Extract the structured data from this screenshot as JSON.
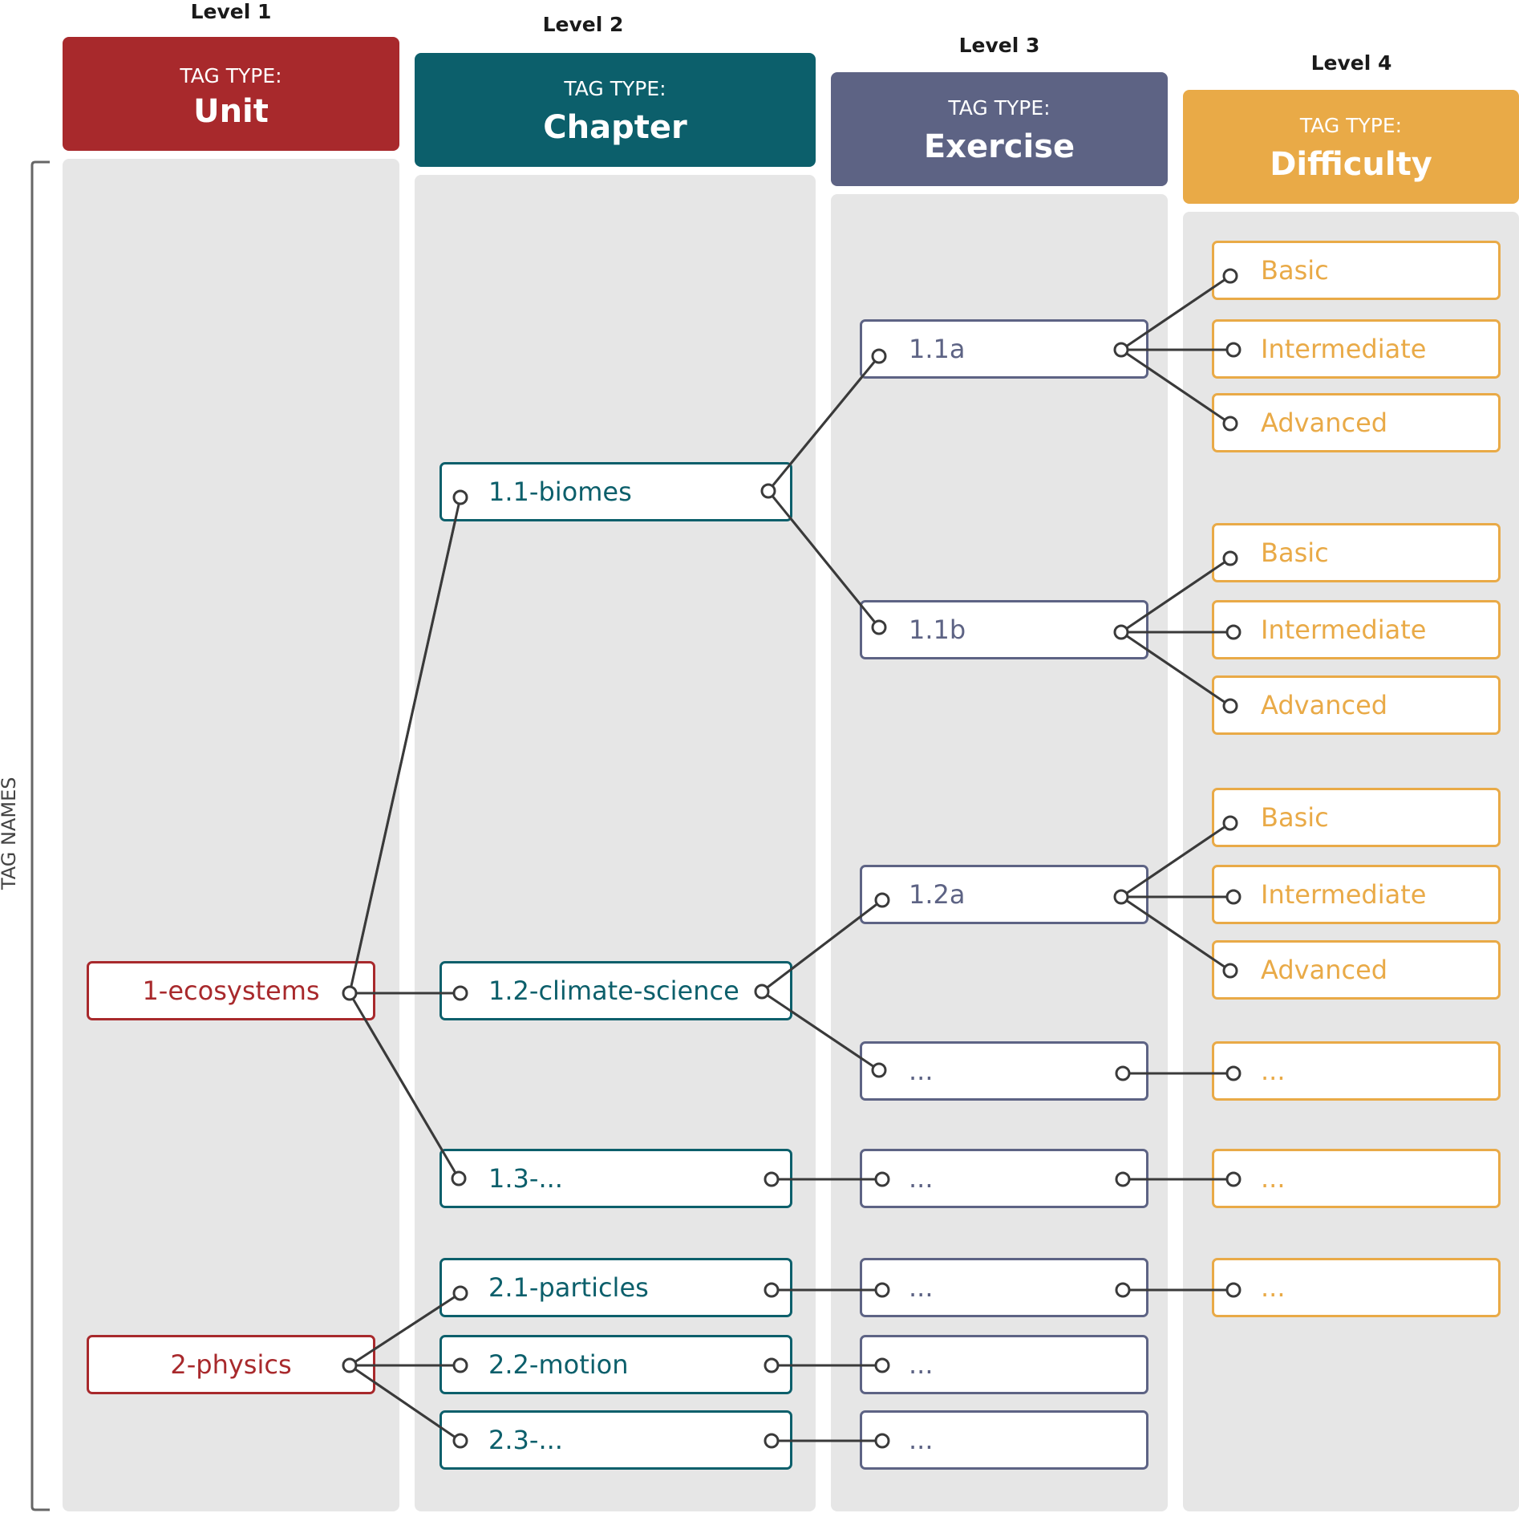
{
  "side_label": "TAG NAMES",
  "levels": [
    {
      "level_label": "Level 1",
      "tag_caption": "TAG TYPE:",
      "tag_type": "Unit",
      "color": "#a8292c"
    },
    {
      "level_label": "Level 2",
      "tag_caption": "TAG TYPE:",
      "tag_type": "Chapter",
      "color": "#0c5f6b"
    },
    {
      "level_label": "Level 3",
      "tag_caption": "TAG TYPE:",
      "tag_type": "Exercise",
      "color": "#5d6384"
    },
    {
      "level_label": "Level 4",
      "tag_caption": "TAG TYPE:",
      "tag_type": "Difficulty",
      "color": "#e9aa47"
    }
  ],
  "units": [
    "1-ecosystems",
    "2-physics"
  ],
  "chapters": [
    "1.1-biomes",
    "1.2-climate-science",
    "1.3-...",
    "2.1-particles",
    "2.2-motion",
    "2.3-..."
  ],
  "exercises": [
    "1.1a",
    "1.1b",
    "1.2a",
    "...",
    "...",
    "...",
    "...",
    "..."
  ],
  "difficulties": [
    "Basic",
    "Intermediate",
    "Advanced",
    "Basic",
    "Intermediate",
    "Advanced",
    "Basic",
    "Intermediate",
    "Advanced",
    "...",
    "...",
    "..."
  ],
  "connector_color": "#3a3a3a"
}
